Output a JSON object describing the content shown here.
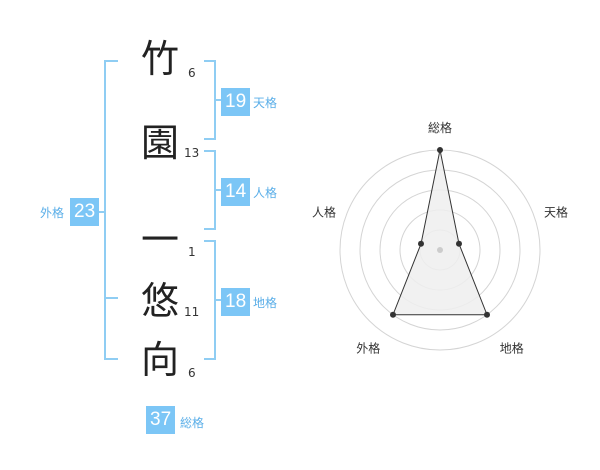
{
  "characters": [
    {
      "char": "竹",
      "strokes": "6"
    },
    {
      "char": "園",
      "strokes": "13"
    },
    {
      "char": "一",
      "strokes": "1"
    },
    {
      "char": "悠",
      "strokes": "11"
    },
    {
      "char": "向",
      "strokes": "6"
    }
  ],
  "fortunes": {
    "tenkaku": {
      "value": "19",
      "label": "天格"
    },
    "jinkaku": {
      "value": "14",
      "label": "人格"
    },
    "chikaku": {
      "value": "18",
      "label": "地格"
    },
    "gaikaku": {
      "value": "23",
      "label": "外格"
    },
    "soukaku": {
      "value": "37",
      "label": "総格"
    }
  },
  "chart_data": {
    "type": "radar",
    "axes": [
      "総格",
      "天格",
      "地格",
      "外格",
      "人格"
    ],
    "values": [
      5,
      1,
      4,
      4,
      1
    ],
    "rmax": 5,
    "rings": 5,
    "colors": {
      "fill": "#efefef",
      "line": "#333333",
      "grid": "#d4d4d4",
      "point": "#333333"
    }
  }
}
